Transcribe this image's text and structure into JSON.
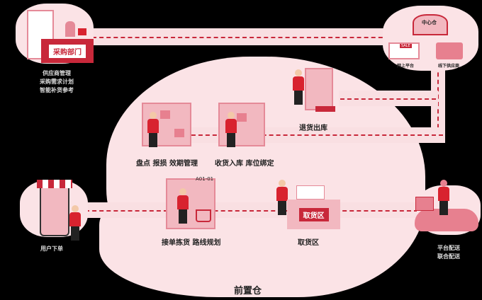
{
  "purchase": {
    "sign": "采购部门",
    "lines": [
      "供应商管理",
      "采购需求计划",
      "智能补货参考"
    ]
  },
  "center": {
    "title": "中心仓",
    "online": "网上平台",
    "offline": "线下供应商",
    "online_badge": "SALE"
  },
  "steps": {
    "return": "退货出库",
    "inventory": "盘点 报损 效期管理",
    "receive": "收货入库 库位绑定",
    "picking": "接单拣货 路线规划",
    "pickup": "取货区",
    "pickup_sign": "取货区",
    "location_code": "A01-01"
  },
  "user": {
    "label": "用户下单"
  },
  "delivery": {
    "lines": [
      "平台配送",
      "联合配送"
    ]
  },
  "main": {
    "title": "前置仓"
  },
  "colors": {
    "accent": "#c8283a",
    "pink": "#fbe3e6"
  }
}
